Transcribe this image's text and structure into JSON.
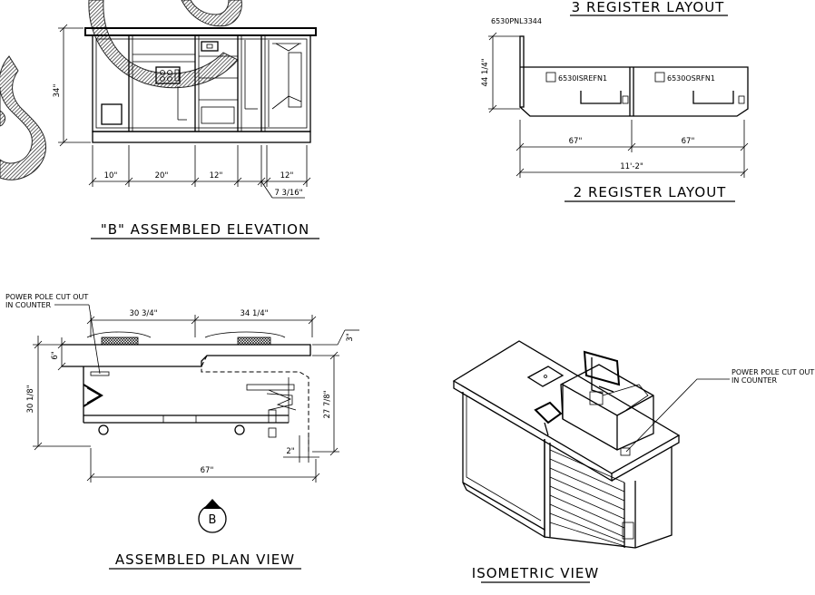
{
  "titles": {
    "b_elevation": "\"B\" ASSEMBLED ELEVATION",
    "three_register": "3 REGISTER LAYOUT",
    "two_register": "2 REGISTER LAYOUT",
    "plan_view": "ASSEMBLED PLAN VIEW",
    "isometric": "ISOMETRIC VIEW"
  },
  "elevation": {
    "height": "34\"",
    "widths": [
      "10\"",
      "20\"",
      "12\"",
      "12\""
    ],
    "offset": "7 3/16\""
  },
  "register_layout": {
    "panel": "6530PNL3344",
    "height": "44 1/4\"",
    "unit_left": "6530ISREFN1",
    "unit_right": "6530OSRFN1",
    "width_left": "67\"",
    "width_right": "67\"",
    "total": "11'-2\""
  },
  "plan": {
    "note_line1": "POWER POLE CUT OUT",
    "note_line2": "IN COUNTER",
    "width_a": "30 3/4\"",
    "width_b": "34 1/4\"",
    "small_offset": "3\"",
    "depth_step": "6\"",
    "depth_total": "30 1/8\"",
    "depth_right": "27 7/8\"",
    "side_gap": "2\"",
    "overall": "67\"",
    "view_marker": "B"
  },
  "isometric": {
    "note_line1": "POWER POLE CUT OUT",
    "note_line2": "IN COUNTER"
  }
}
